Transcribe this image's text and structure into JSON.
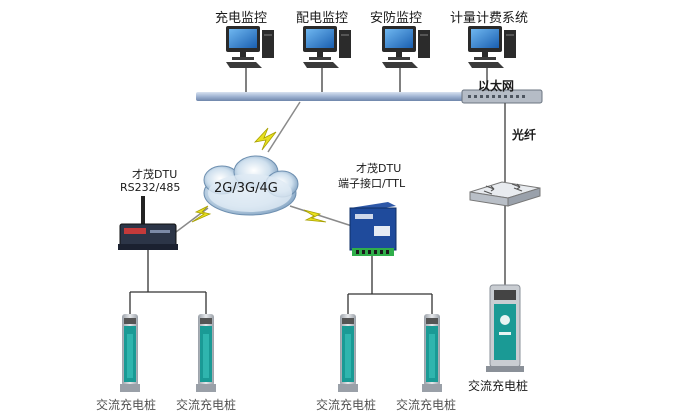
{
  "top_nodes": [
    {
      "label": "充电监控"
    },
    {
      "label": "配电监控"
    },
    {
      "label": "安防监控"
    },
    {
      "label": "计量计费系统"
    }
  ],
  "network": {
    "ethernet_label": "以太网",
    "fiber_label": "光纤",
    "wireless_label": "2G/3G/4G"
  },
  "dtu_left": {
    "title": "才茂DTU",
    "subtitle": "RS232/485"
  },
  "dtu_right": {
    "title": "才茂DTU",
    "subtitle": "端子接口/TTL"
  },
  "pile_right_label": "交流充电桩",
  "bottom_labels": [
    "交流充电桩",
    "交流充电桩",
    "交流充电桩",
    "交流充电桩"
  ],
  "colors": {
    "backbone": "#8aa4c8",
    "lightning": "#e8e020",
    "pile_teal": "#1a9a95",
    "pile_gray": "#b8bcc2"
  }
}
